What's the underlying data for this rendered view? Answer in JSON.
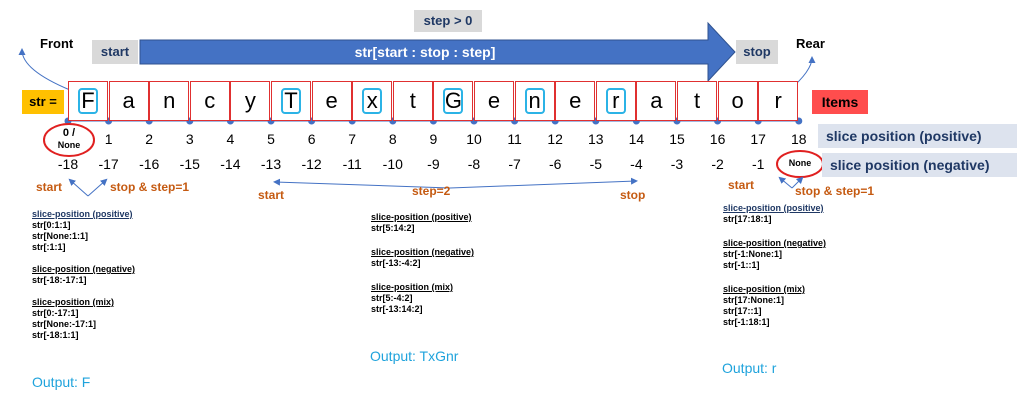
{
  "top": {
    "step_label": "step > 0",
    "start_label": "start",
    "arrow_label": "str[start : stop : step]",
    "stop_label": "stop",
    "front_label": "Front",
    "rear_label": "Rear"
  },
  "row": {
    "str_label": "str =",
    "items_label": "Items",
    "chars": [
      "F",
      "a",
      "n",
      "c",
      "y",
      "T",
      "e",
      "x",
      "t",
      "G",
      "e",
      "n",
      "e",
      "r",
      "a",
      "t",
      "o",
      "r"
    ],
    "highlighted": [
      0,
      5,
      7,
      9,
      11,
      13
    ]
  },
  "indices": {
    "pos_first_top": "0 /",
    "pos_first_bottom": "None",
    "positive": [
      "1",
      "2",
      "3",
      "4",
      "5",
      "6",
      "7",
      "8",
      "9",
      "10",
      "11",
      "12",
      "13",
      "14",
      "15",
      "16",
      "17",
      "18"
    ],
    "negative": [
      "-18",
      "-17",
      "-16",
      "-15",
      "-14",
      "-13",
      "-12",
      "-11",
      "-10",
      "-9",
      "-8",
      "-7",
      "-6",
      "-5",
      "-4",
      "-3",
      "-2",
      "-1"
    ],
    "neg_last": "None",
    "positive_label": "slice position (positive)",
    "negative_label": "slice position (negative)"
  },
  "examples": {
    "left": {
      "start": "start",
      "stop_step": "stop & step=1",
      "groups": [
        {
          "heading": "slice-position (positive)",
          "lines": [
            "str[0:1:1]",
            "str[None:1:1]",
            "str[:1:1]"
          ]
        },
        {
          "heading": "slice-position (negative)",
          "lines": [
            "str[-18:-17:1]"
          ]
        },
        {
          "heading": "slice-position (mix)",
          "lines": [
            "str[0:-17:1]",
            "str[None:-17:1]",
            "str[-18:1:1]"
          ]
        }
      ],
      "output": "Output: F"
    },
    "middle": {
      "start": "start",
      "step": "step=2",
      "stop": "stop",
      "groups": [
        {
          "heading": "slice-position (positive)",
          "lines": [
            "str[5:14:2]"
          ]
        },
        {
          "heading": "slice-position (negative)",
          "lines": [
            "str[-13:-4:2]"
          ]
        },
        {
          "heading": "slice-position (mix)",
          "lines": [
            "str[5:-4:2]",
            "str[-13:14:2]"
          ]
        }
      ],
      "output": "Output: TxGnr"
    },
    "right": {
      "start": "start",
      "stop_step": "stop & step=1",
      "groups": [
        {
          "heading": "slice-position (positive)",
          "lines": [
            "str[17:18:1]"
          ]
        },
        {
          "heading": "slice-position (negative)",
          "lines": [
            "str[-1:None:1]",
            "str[-1::1]"
          ]
        },
        {
          "heading": "slice-position (mix)",
          "lines": [
            "str[17:None:1]",
            "str[17::1]",
            "str[-1:18:1]"
          ]
        }
      ],
      "output": "Output: r"
    }
  },
  "colors": {
    "arrow": "#4472c4",
    "cell_border": "#e03030",
    "highlight": "#2bb3e6",
    "orange": "#c55a11",
    "navy": "#1f3864",
    "output": "#1fa3dc",
    "str_box": "#ffc000",
    "items_box": "#ff4d4d"
  }
}
